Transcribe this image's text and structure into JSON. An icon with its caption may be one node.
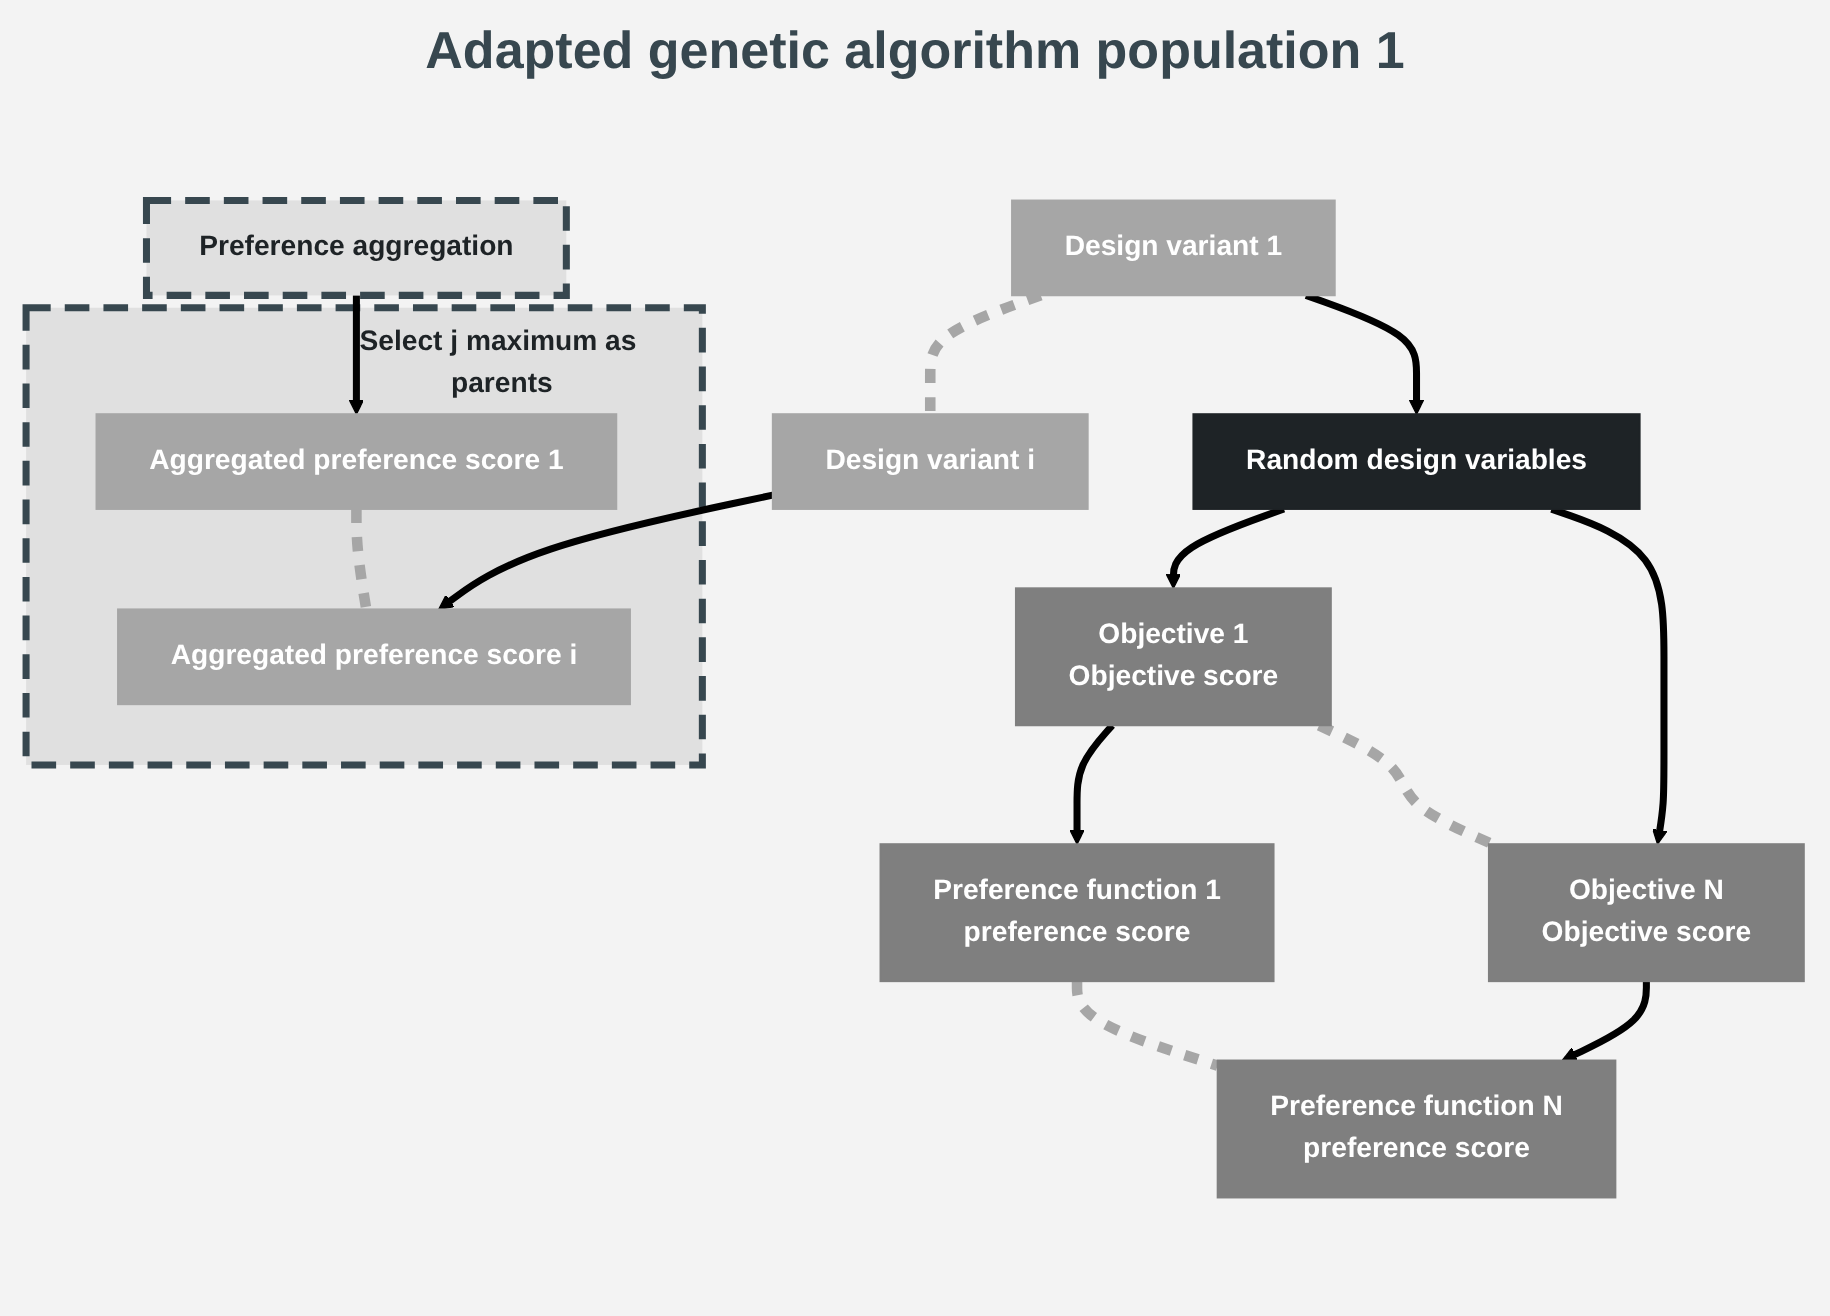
{
  "diagram": {
    "title": "Adapted genetic algorithm population 1",
    "nodes": [
      {
        "text": [
          "Design variant 1"
        ]
      },
      {
        "text": [
          "Design variant i"
        ]
      },
      {
        "text": [
          "Random design variables"
        ]
      },
      {
        "text": [
          "Objective 1",
          "Objective score"
        ]
      },
      {
        "text": [
          "Objective N",
          "Objective score"
        ]
      },
      {
        "text": [
          "Preference function 1",
          "preference score"
        ]
      },
      {
        "text": [
          "Preference function N",
          "preference score"
        ]
      },
      {
        "text": [
          "Preference aggregation"
        ]
      },
      {
        "text": [
          "Select j maximum as parents"
        ]
      },
      {
        "text": [
          "Aggregated preference score 1"
        ],
        "in": 8
      },
      {
        "text": [
          "Aggregated preference score i"
        ],
        "in": 8
      }
    ],
    "edges": [
      {
        "from": 0,
        "to": 1,
        "arrow": "none",
        "style": "dashed",
        "color": "#a6a6a6"
      },
      {
        "from": 0,
        "to": 2,
        "arrow": "to"
      },
      {
        "from": 2,
        "to": 3,
        "arrow": "to"
      },
      {
        "from": 2,
        "to": 4,
        "arrow": "to"
      },
      {
        "from": 3,
        "to": 4,
        "arrow": "none",
        "style": "dashed",
        "color": "#a6a6a6"
      },
      {
        "from": 3,
        "to": 5,
        "arrow": "to"
      },
      {
        "from": 4,
        "to": 6,
        "arrow": "to"
      },
      {
        "from": 5,
        "to": 6,
        "arrow": "none",
        "style": "dashed",
        "color": "#a6a6a6"
      },
      {
        "from": 7,
        "to": 9,
        "arrow": "to"
      },
      {
        "from": 1,
        "to": 10,
        "arrow": "to"
      },
      {
        "from": 9,
        "to": 10,
        "arrow": "none",
        "style": "dashed",
        "color": "#a6a6a6"
      }
    ]
  }
}
